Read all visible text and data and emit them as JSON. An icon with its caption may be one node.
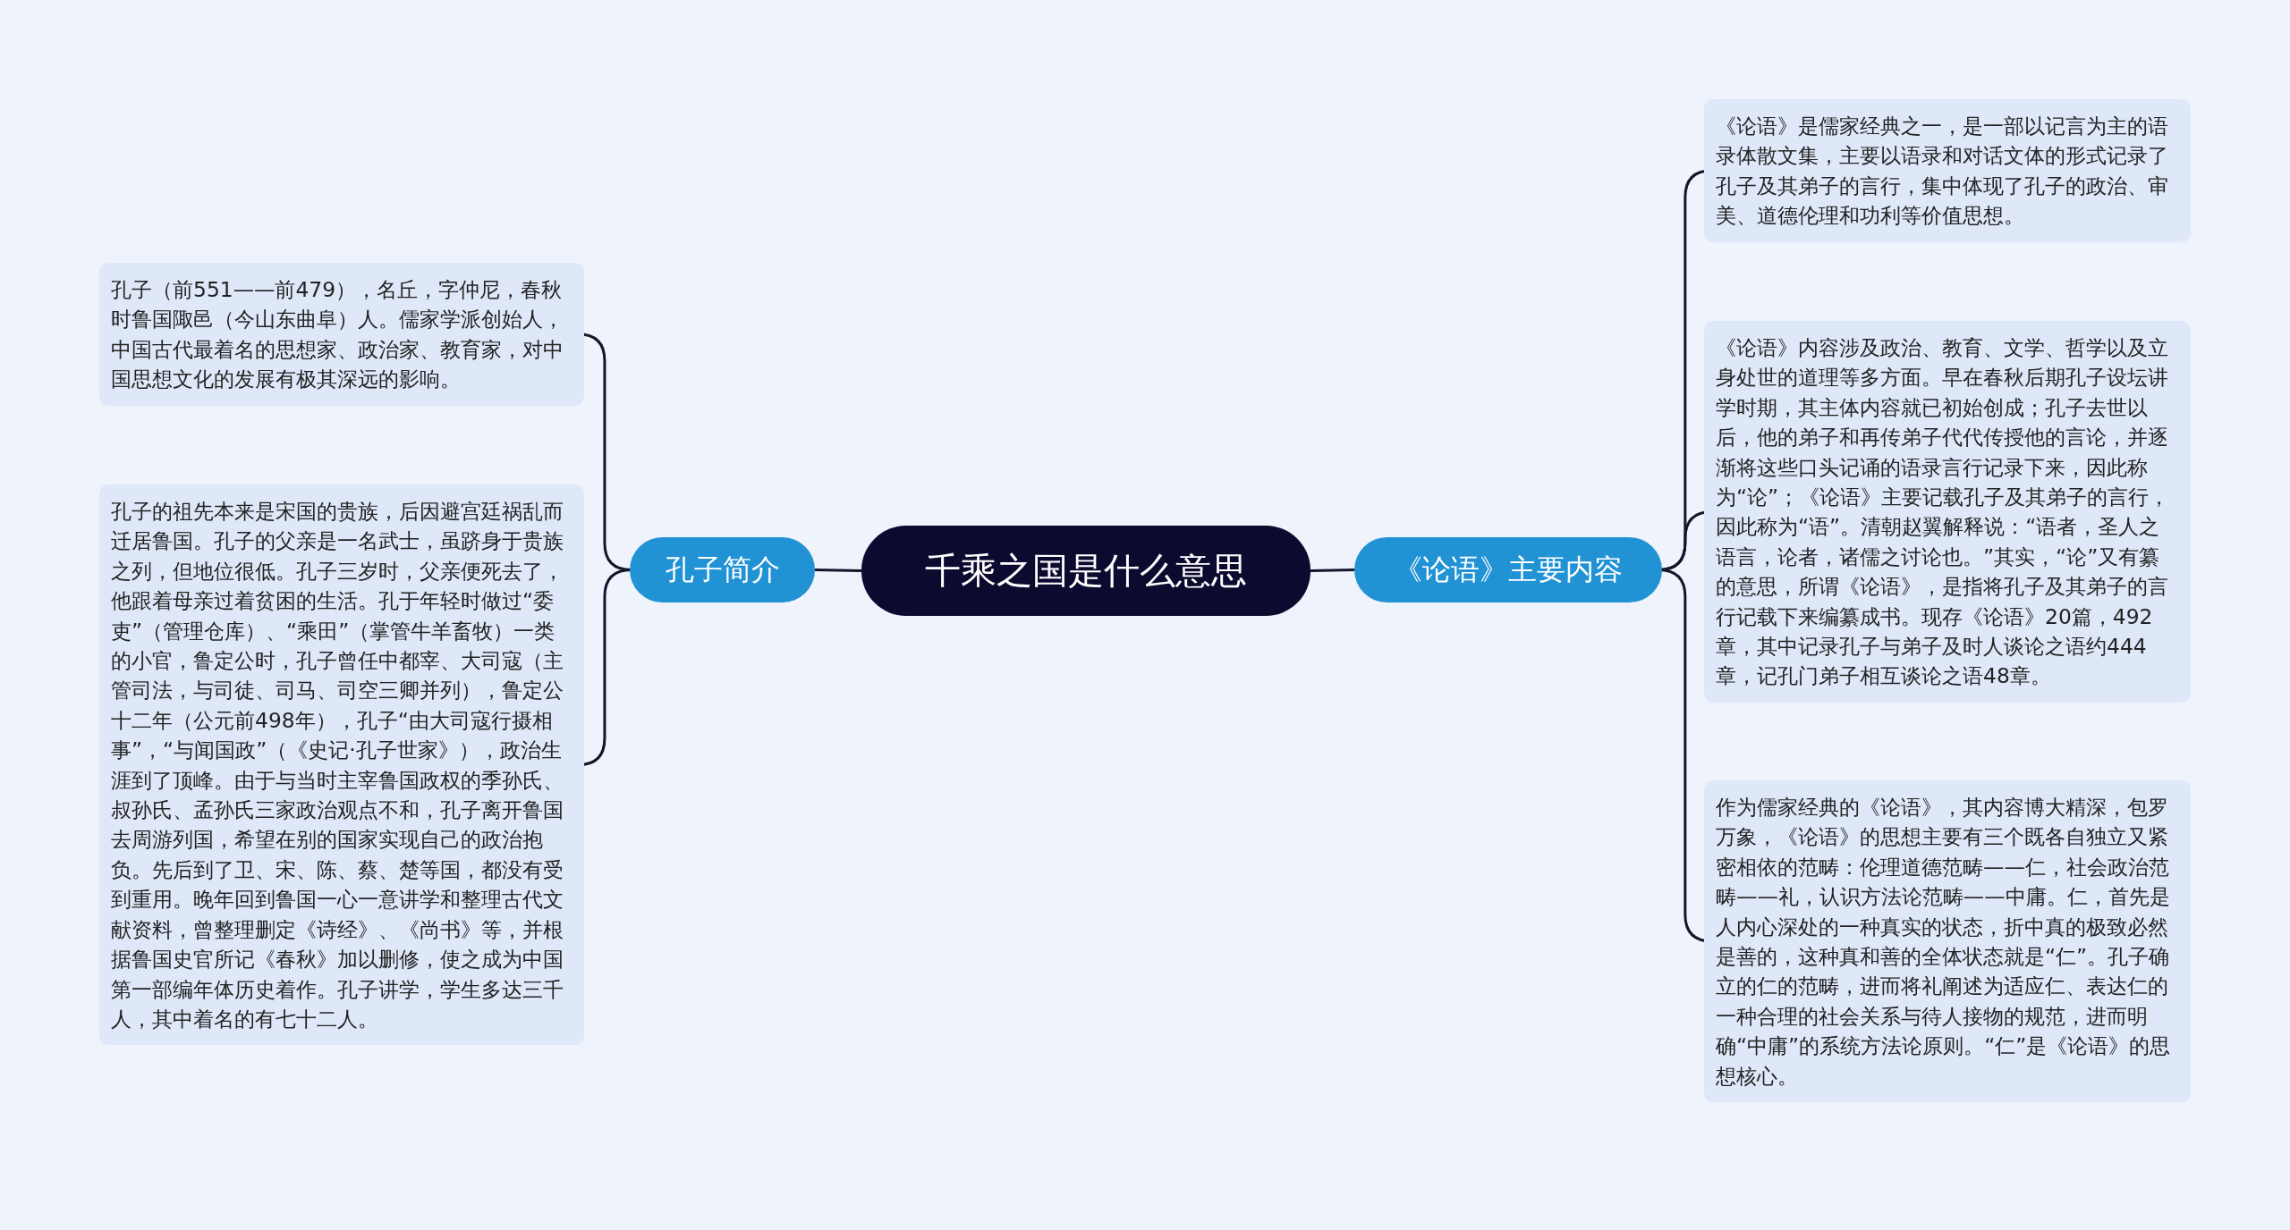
{
  "diagram": {
    "nodes": [
      {
        "text": [
          "千乘之国是什么意思"
        ]
      },
      {
        "text": [
          "孔子简介"
        ]
      },
      {
        "text": [
          "孔子（前551——前479），名丘，字仲尼，春秋时鲁国陬邑（今山东曲阜）人。儒家学派创始人，中国古代最着名的思想家、政治家、教育家，对中国思想文化的发展有极其深远的影响。"
        ]
      },
      {
        "text": [
          "孔子的祖先本来是宋国的贵族，后因避宫廷祸乱而迁居鲁国。孔子的父亲是一名武士，虽跻身于贵族之列，但地位很低。孔子三岁时，父亲便死去了，他跟着母亲过着贫困的生活。孔于年轻时做过“委吏”（管理仓库）、“乘田”（掌管牛羊畜牧）一类的小官，鲁定公时，孔子曾任中都宰、大司寇（主管司法，与司徒、司马、司空三卿并列），鲁定公十二年（公元前498年），孔子“由大司寇行摄相事”，“与闻国政”（《史记·孔子世家》），政治生涯到了顶峰。由于与当时主宰鲁国政权的季孙氏、叔孙氏、孟孙氏三家政治观点不和，孔子离开鲁国去周游列国，希望在别的国家实现自己的政治抱负。先后到了卫、宋、陈、蔡、楚等国，都没有受到重用。晚年回到鲁国一心一意讲学和整理古代文献资料，曾整理删定《诗经》、《尚书》等，并根据鲁国史官所记《春秋》加以删修，使之成为中国第一部编年体历史着作。孔子讲学，学生多达三千人，其中着名的有七十二人。"
        ]
      },
      {
        "text": [
          "《论语》主要内容"
        ]
      },
      {
        "text": [
          "《论语》是儒家经典之一，是一部以记言为主的语录体散文集，主要以语录和对话文体的形式记录了孔子及其弟子的言行，集中体现了孔子的政治、审美、道德伦理和功利等价值思想。"
        ]
      },
      {
        "text": [
          "《论语》内容涉及政治、教育、文学、哲学以及立身处世的道理等多方面。早在春秋后期孔子设坛讲学时期，其主体内容就已初始创成；孔子去世以后，他的弟子和再传弟子代代传授他的言论，并逐渐将这些口头记诵的语录言行记录下来，因此称为“论”；《论语》主要记载孔子及其弟子的言行，因此称为“语”。清朝赵翼解释说：“语者，圣人之语言，论者，诸儒之讨论也。”其实，“论”又有纂的意思，所谓《论语》，是指将孔子及其弟子的言行记载下来编纂成书。现存《论语》20篇，492章，其中记录孔子与弟子及时人谈论之语约444章，记孔门弟子相互谈论之语48章。"
        ]
      },
      {
        "text": [
          "作为儒家经典的《论语》，其内容博大精深，包罗万象，《论语》的思想主要有三个既各自独立又紧密相依的范畴：伦理道德范畴——仁，社会政治范畴——礼，认识方法论范畴——中庸。仁，首先是人内心深处的一种真实的状态，折中真的极致必然是善的，这种真和善的全体状态就是“仁”。孔子确立的仁的范畴，进而将礼阐述为适应仁、表达仁的一种合理的社会关系与待人接物的规范，进而明确“中庸”的系统方法论原则。“仁”是《论语》的思想核心。"
        ]
      }
    ],
    "edges": [
      {
        "from": 0,
        "to": 1,
        "arrow": "none"
      },
      {
        "from": 1,
        "to": 2,
        "arrow": "none"
      },
      {
        "from": 1,
        "to": 3,
        "arrow": "none"
      },
      {
        "from": 0,
        "to": 4,
        "arrow": "none"
      },
      {
        "from": 4,
        "to": 5,
        "arrow": "none"
      },
      {
        "from": 4,
        "to": 6,
        "arrow": "none"
      },
      {
        "from": 4,
        "to": 7,
        "arrow": "none"
      }
    ]
  }
}
